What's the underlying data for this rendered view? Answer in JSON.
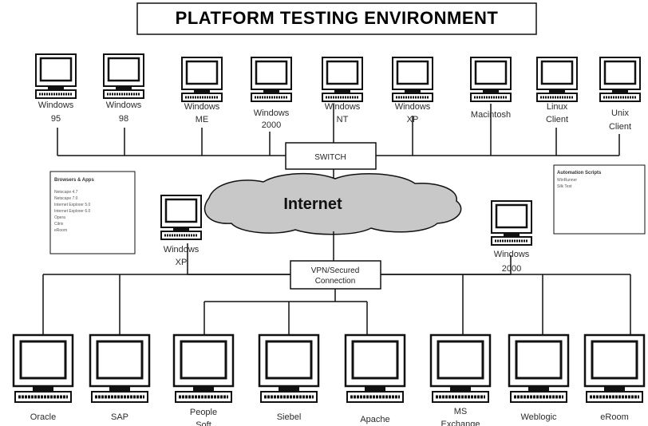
{
  "title": "PLATFORM TESTING ENVIRONMENT",
  "top_clients": [
    {
      "line1": "Windows",
      "line2": "95"
    },
    {
      "line1": "Windows",
      "line2": "98"
    },
    {
      "line1": "Windows",
      "line2": "ME"
    },
    {
      "line1": "Windows",
      "line2": "2000"
    },
    {
      "line1": "Windows",
      "line2": "NT"
    },
    {
      "line1": "Windows",
      "line2": "XP"
    },
    {
      "line1": "Macintosh",
      "line2": ""
    },
    {
      "line1": "Linux",
      "line2": "Client"
    },
    {
      "line1": "Unix",
      "line2": "Client"
    }
  ],
  "switch_label": "SWITCH",
  "internet_label": "Internet",
  "vpn_label": {
    "line1": "VPN/Secured",
    "line2": "Connection"
  },
  "mid_clients": [
    {
      "line1": "Windows",
      "line2": "XP"
    },
    {
      "line1": "Windows",
      "line2": "2000"
    }
  ],
  "browsers_note": {
    "title": "Browsers & Apps",
    "lines": [
      "Netscape 4.7",
      "Netscape 7.0",
      "Internet Explorer 5.0",
      "Internet Explorer 6.0",
      "Opera",
      "Citrix",
      "eRoom"
    ]
  },
  "automation_note": {
    "title": "Automation Scripts",
    "lines": [
      "WinRunner",
      "Silk Test"
    ]
  },
  "servers": [
    {
      "line1": "Oracle",
      "line2": ""
    },
    {
      "line1": "SAP",
      "line2": ""
    },
    {
      "line1": "People",
      "line2": "Soft"
    },
    {
      "line1": "Siebel",
      "line2": ""
    },
    {
      "line1": "Apache",
      "line2": ""
    },
    {
      "line1": "MS",
      "line2": "Exchange"
    },
    {
      "line1": "Weblogic",
      "line2": ""
    },
    {
      "line1": "eRoom",
      "line2": ""
    }
  ]
}
